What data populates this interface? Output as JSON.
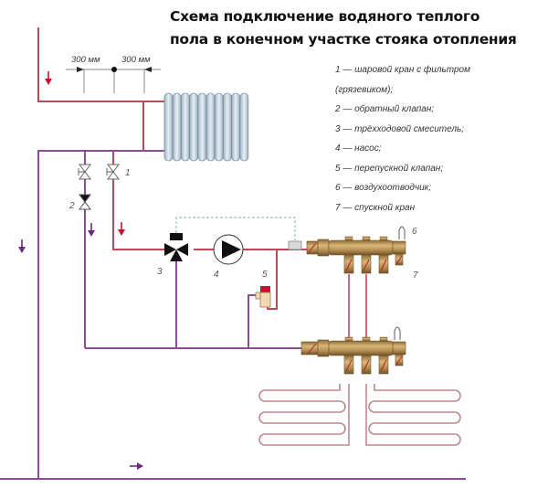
{
  "title": {
    "line1": "Схема подключение водяного теплого",
    "line2": "пола в конечном участке стояка отопления"
  },
  "legend": [
    "1 — шаровой кран с фильтром",
    "(грязевиком);",
    "2 — обратный клапан;",
    "3 — трёхходовой смеситель;",
    "4 — насос;",
    "5 — перепускной клапан;",
    "6 — воздухоотводчик;",
    "7 — спускной кран"
  ],
  "dimensions": {
    "left": "300 мм",
    "right": "300 мм"
  },
  "component_labels": {
    "ball_valve": "1",
    "check_valve": "2",
    "three_way_mixer": "3",
    "pump": "4",
    "bypass_valve": "5",
    "air_vent": "6",
    "drain_valve": "7"
  },
  "colors": {
    "supply_pipe": "#c0485a",
    "return_pipe": "#8a4d97",
    "supply_arrow": "#c8102e",
    "return_arrow": "#6a2a80",
    "manifold_brass": "#b8945a",
    "radiator": "#c9dbe6",
    "sensor_line": "#7bb58a"
  }
}
